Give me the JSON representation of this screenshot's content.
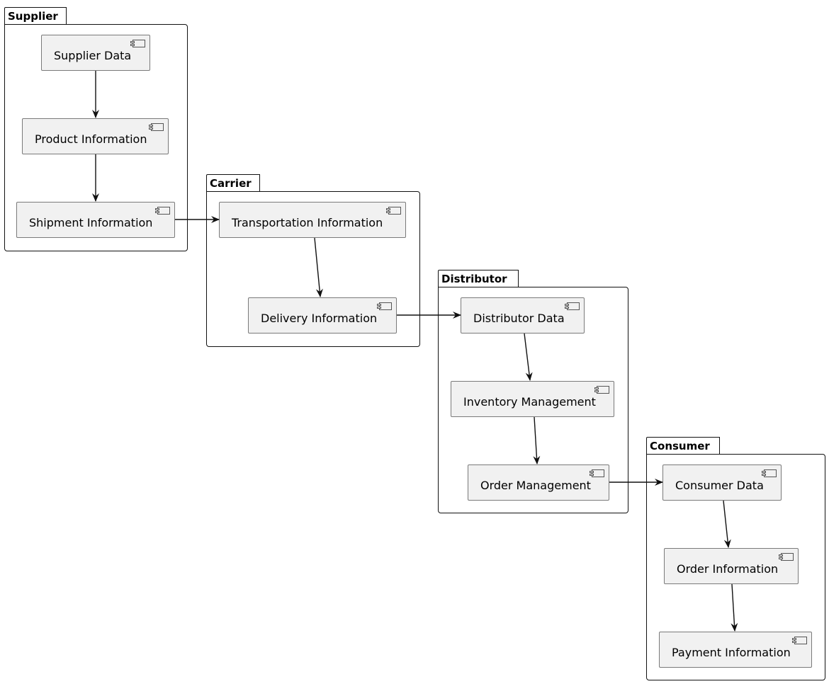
{
  "packages": {
    "supplier": {
      "title": "Supplier",
      "components": {
        "supplier_data": "Supplier Data",
        "product_information": "Product Information",
        "shipment_information": "Shipment Information"
      }
    },
    "carrier": {
      "title": "Carrier",
      "components": {
        "transportation_information": "Transportation Information",
        "delivery_information": "Delivery Information"
      }
    },
    "distributor": {
      "title": "Distributor",
      "components": {
        "distributor_data": "Distributor Data",
        "inventory_management": "Inventory Management",
        "order_management": "Order Management"
      }
    },
    "consumer": {
      "title": "Consumer",
      "components": {
        "consumer_data": "Consumer Data",
        "order_information": "Order Information",
        "payment_information": "Payment Information"
      }
    }
  },
  "edges": [
    {
      "from": "Supplier Data",
      "to": "Product Information"
    },
    {
      "from": "Product Information",
      "to": "Shipment Information"
    },
    {
      "from": "Shipment Information",
      "to": "Transportation Information"
    },
    {
      "from": "Transportation Information",
      "to": "Delivery Information"
    },
    {
      "from": "Delivery Information",
      "to": "Distributor Data"
    },
    {
      "from": "Distributor Data",
      "to": "Inventory Management"
    },
    {
      "from": "Inventory Management",
      "to": "Order Management"
    },
    {
      "from": "Order Management",
      "to": "Consumer Data"
    },
    {
      "from": "Consumer Data",
      "to": "Order Information"
    },
    {
      "from": "Order Information",
      "to": "Payment Information"
    }
  ]
}
